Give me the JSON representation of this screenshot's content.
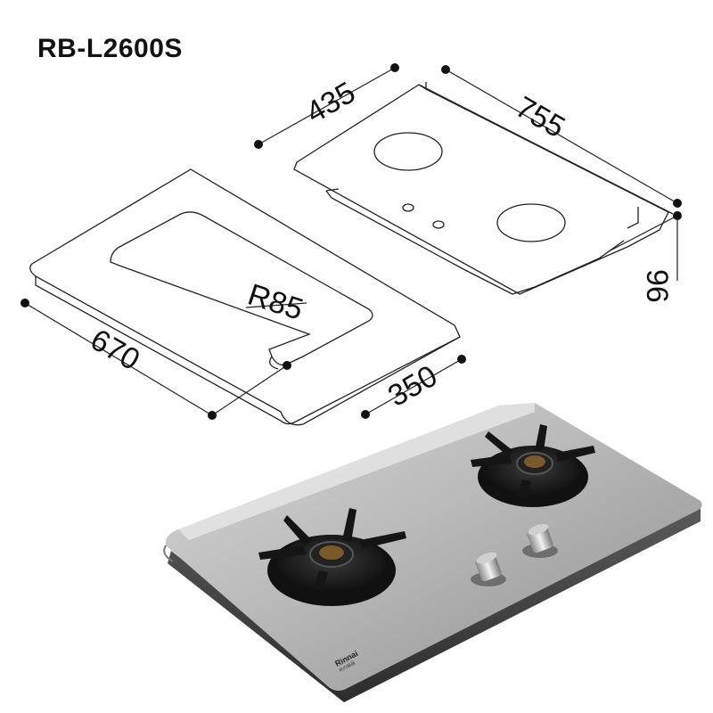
{
  "model": "RB-L2600S",
  "dimensions": {
    "hob_depth": "435",
    "hob_width": "755",
    "hob_height": "96",
    "cutout_width": "670",
    "cutout_depth": "350",
    "corner_radius": "R85"
  },
  "brand": {
    "name": "Rinnai",
    "subtext": "林内機器"
  }
}
